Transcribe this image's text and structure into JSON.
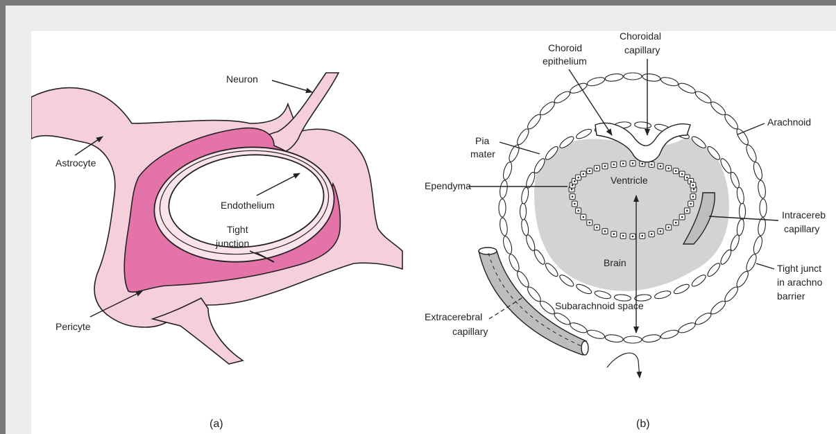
{
  "colors": {
    "astrocyte": "#f6cfdc",
    "pericyte": "#e373a8",
    "pericyte_stroke": "#c0407d",
    "endothelium": "#fbe3ec",
    "brain_shading": "#d3d3d3",
    "line": "#222222"
  },
  "panel_a": {
    "label": "(a)",
    "labels": {
      "neuron": "Neuron",
      "astrocyte": "Astrocyte",
      "endothelium": "Endothelium",
      "tight_junction_1": "Tight",
      "tight_junction_2": "junction",
      "pericyte": "Pericyte"
    }
  },
  "panel_b": {
    "label": "(b)",
    "labels": {
      "choroid_epithelium_1": "Choroid",
      "choroid_epithelium_2": "epithelium",
      "choroidal_capillary_1": "Choroidal",
      "choroidal_capillary_2": "capillary",
      "arachnoid": "Arachnoid",
      "pia_mater_1": "Pia",
      "pia_mater_2": "mater",
      "ependyma": "Ependyma",
      "ventricle": "Ventricle",
      "intracerebral_1": "Intracereb",
      "intracerebral_2": "capillary",
      "brain": "Brain",
      "tight_junction_1": "Tight junct",
      "tight_junction_2": "in arachno",
      "tight_junction_3": "barrier",
      "subarachnoid": "Subarachnoid space",
      "extracerebral_1": "Extracerebral",
      "extracerebral_2": "capillary"
    }
  }
}
